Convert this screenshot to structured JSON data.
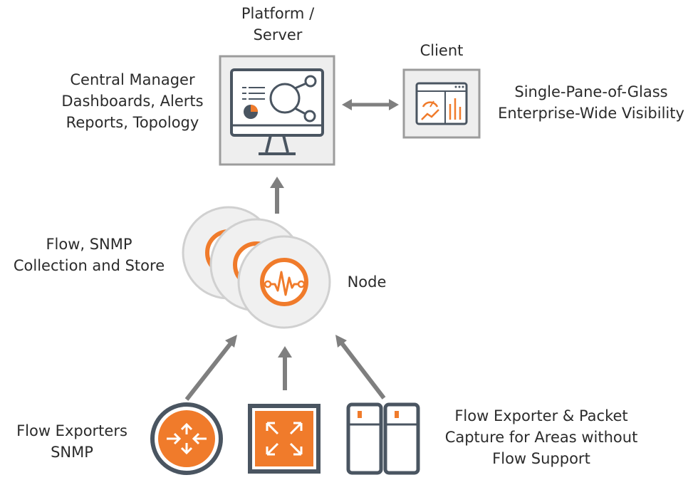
{
  "platform": {
    "title_line1": "Platform /",
    "title_line2": "Server",
    "desc_line1": "Central Manager",
    "desc_line2": "Dashboards, Alerts",
    "desc_line3": "Reports, Topology"
  },
  "client": {
    "title": "Client",
    "desc_line1": "Single-Pane-of-Glass",
    "desc_line2": "Enterprise-Wide Visibility"
  },
  "node": {
    "title": "Node",
    "desc_line1": "Flow, SNMP",
    "desc_line2": "Collection and Store"
  },
  "exporters": {
    "left_line1": "Flow Exporters",
    "left_line2": "SNMP",
    "right_line1": "Flow Exporter & Packet",
    "right_line2": "Capture for Areas without",
    "right_line3": "Flow Support"
  },
  "colors": {
    "accent": "#f07b2b",
    "frame": "#4a5561",
    "arrow": "#7f7f7f",
    "panel_border": "#9c9c9c",
    "panel_fill": "#eeeeee"
  }
}
